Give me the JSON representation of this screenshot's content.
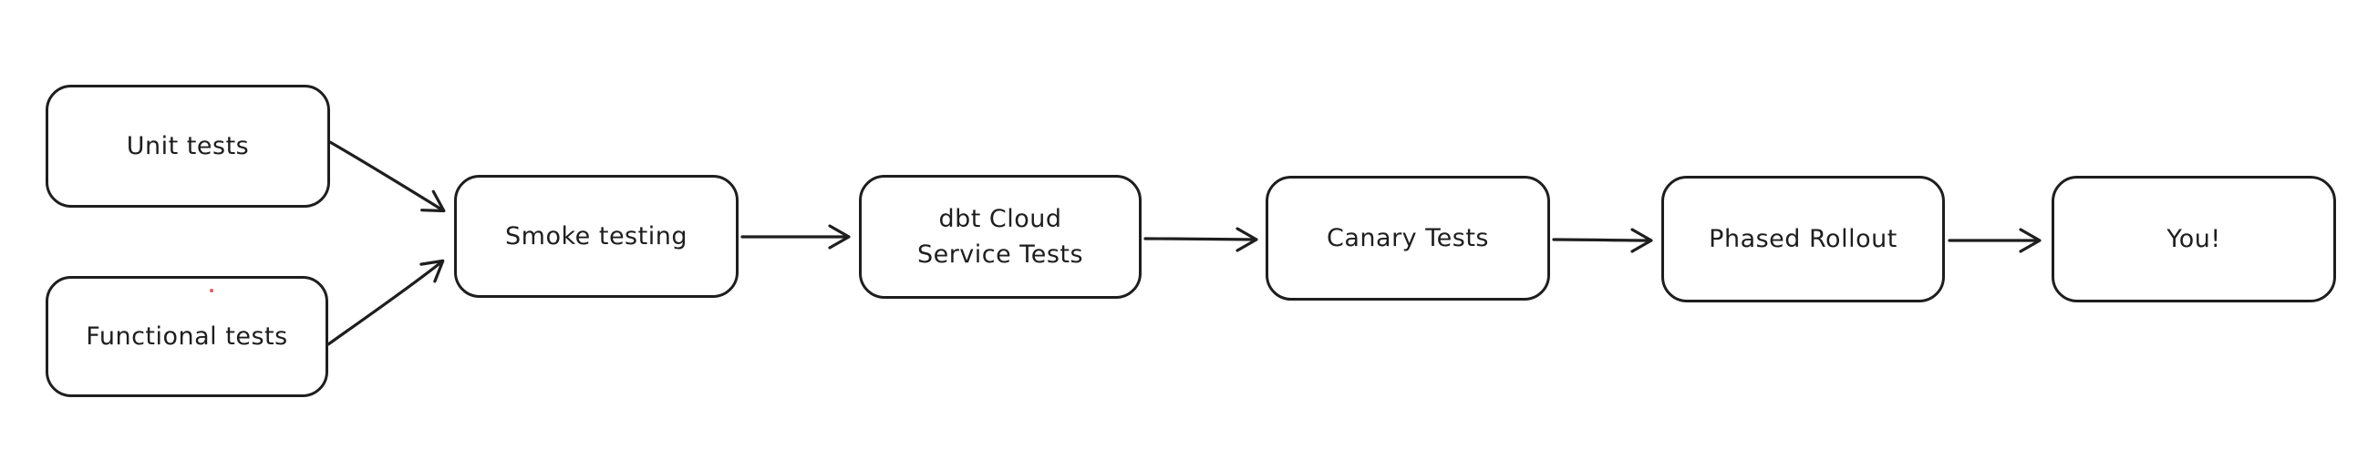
{
  "canvas": {
    "background": "#ffffff",
    "ink": "#1e1e1e",
    "red_dot_color": "#e06060"
  },
  "diagram": {
    "type": "flowchart",
    "direction": "left-to-right",
    "nodes": [
      {
        "id": "unit-tests",
        "label": "Unit tests"
      },
      {
        "id": "functional-tests",
        "label": "Functional tests"
      },
      {
        "id": "smoke-testing",
        "label": "Smoke testing"
      },
      {
        "id": "dbt-cloud-service-tests",
        "label": "dbt Cloud\nService Tests"
      },
      {
        "id": "canary-tests",
        "label": "Canary Tests"
      },
      {
        "id": "phased-rollout",
        "label": "Phased Rollout"
      },
      {
        "id": "you",
        "label": "You!"
      }
    ],
    "edges": [
      {
        "from": "unit-tests",
        "to": "smoke-testing"
      },
      {
        "from": "functional-tests",
        "to": "smoke-testing"
      },
      {
        "from": "smoke-testing",
        "to": "dbt-cloud-service-tests"
      },
      {
        "from": "dbt-cloud-service-tests",
        "to": "canary-tests"
      },
      {
        "from": "canary-tests",
        "to": "phased-rollout"
      },
      {
        "from": "phased-rollout",
        "to": "you"
      }
    ]
  }
}
